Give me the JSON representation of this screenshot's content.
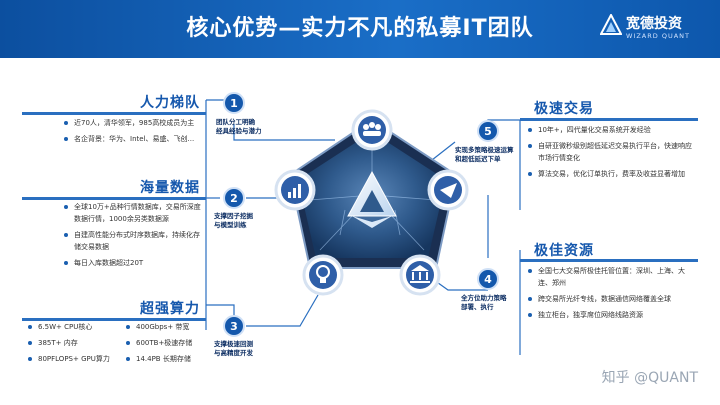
{
  "header": {
    "title": "核心优势—实力不凡的私募IT团队",
    "logo_cn": "宽德投资",
    "logo_en": "WIZARD QUANT"
  },
  "sections": {
    "talent": {
      "title": "人力梯队",
      "bullets": [
        "近70人，清华领军，985高校成员为主",
        "名企背景：华为、Intel、易盛、飞创..."
      ]
    },
    "data": {
      "title": "海量数据",
      "bullets": [
        "全球10万+品种行情数据库，交易所深度数据行情，1000余另类数据源",
        "自建高性能分布式时序数据库，持续化存储交易数据",
        "每日入库数据超过20T"
      ]
    },
    "compute": {
      "title": "超强算力",
      "cells": [
        "6.5W+ CPU核心",
        "400Gbps+ 带宽",
        "385T+ 内存",
        "600TB+极速存储",
        "80PFLOPS+ GPU算力",
        "14.4PB 长期存储"
      ]
    },
    "speed": {
      "title": "极速交易",
      "bullets": [
        "10年+，四代量化交易系统开发经验",
        "自研亚微秒级别超低延迟交易执行平台，快速响应市场行情变化",
        "算法交易，优化订单执行，费率及收益显著增加"
      ]
    },
    "resources": {
      "title": "极佳资源",
      "bullets": [
        "全国七大交易所极佳托管位置：深圳、上海、大连、郑州",
        "跨交易所光纤专线，数据通信网络覆盖全球",
        "独立柜台，独享席位网络线路资源"
      ]
    }
  },
  "diagram": {
    "items": [
      {
        "num": "1",
        "caption": [
          "团队分工明确",
          "经具经验与潜力"
        ]
      },
      {
        "num": "2",
        "caption": [
          "支撑因子挖掘",
          "与模型训练"
        ]
      },
      {
        "num": "3",
        "caption": [
          "支撑极速回测",
          "与高精度开发"
        ]
      },
      {
        "num": "4",
        "caption": [
          "全方位助力策略",
          "部署、执行"
        ]
      },
      {
        "num": "5",
        "caption": [
          "实现多策略极速运算",
          "和超低延迟下单"
        ]
      }
    ]
  },
  "watermark": "知乎 @QUANT",
  "colors": {
    "primary": "#1458ac",
    "header": "#0c4f9f",
    "accent": "#2a6fc0"
  }
}
